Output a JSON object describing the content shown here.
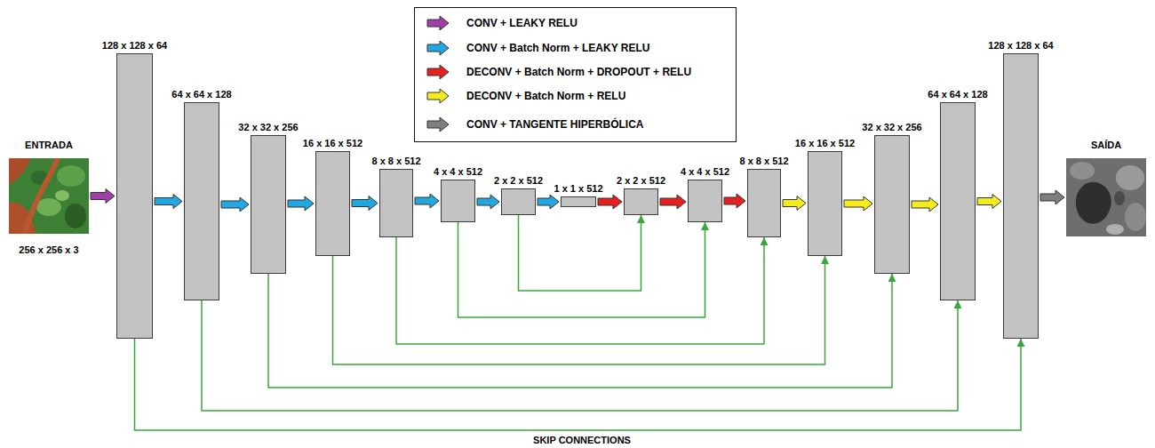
{
  "diagram": {
    "nodes": [
      {
        "text": [
          "ENTRADA",
          "256 x 256 x 3"
        ]
      },
      {
        "text": [
          "128 x 128 x 64"
        ]
      },
      {
        "text": [
          "64 x 64 x 128"
        ]
      },
      {
        "text": [
          "32 x 32 x 256"
        ]
      },
      {
        "text": [
          "16 x 16 x 512"
        ]
      },
      {
        "text": [
          "8 x 8 x 512"
        ]
      },
      {
        "text": [
          "4 x 4 x 512"
        ]
      },
      {
        "text": [
          "2 x 2 x 512"
        ]
      },
      {
        "text": [
          "1 x 1 x 512"
        ]
      },
      {
        "text": [
          "2 x 2 x 512"
        ]
      },
      {
        "text": [
          "4 x 4 x 512"
        ]
      },
      {
        "text": [
          "8 x 8 x 512"
        ]
      },
      {
        "text": [
          "16 x 16 x 512"
        ]
      },
      {
        "text": [
          "32 x 32 x 256"
        ]
      },
      {
        "text": [
          "64 x 64 x 128"
        ]
      },
      {
        "text": [
          "128 x 128 x 64"
        ]
      },
      {
        "text": [
          "SAÍDA"
        ]
      }
    ],
    "edges": [
      {
        "from": 0,
        "to": 1,
        "arrow": "to"
      },
      {
        "from": 1,
        "to": 2,
        "arrow": "to"
      },
      {
        "from": 2,
        "to": 3,
        "arrow": "to"
      },
      {
        "from": 3,
        "to": 4,
        "arrow": "to"
      },
      {
        "from": 4,
        "to": 5,
        "arrow": "to"
      },
      {
        "from": 5,
        "to": 6,
        "arrow": "to"
      },
      {
        "from": 6,
        "to": 7,
        "arrow": "to"
      },
      {
        "from": 7,
        "to": 8,
        "arrow": "to"
      },
      {
        "from": 8,
        "to": 9,
        "arrow": "to"
      },
      {
        "from": 9,
        "to": 10,
        "arrow": "to"
      },
      {
        "from": 10,
        "to": 11,
        "arrow": "to"
      },
      {
        "from": 11,
        "to": 12,
        "arrow": "to"
      },
      {
        "from": 12,
        "to": 13,
        "arrow": "to"
      },
      {
        "from": 13,
        "to": 14,
        "arrow": "to"
      },
      {
        "from": 14,
        "to": 15,
        "arrow": "to"
      },
      {
        "from": 15,
        "to": 16,
        "arrow": "to"
      },
      {
        "from": 7,
        "to": 9,
        "arrow": "to"
      },
      {
        "from": 6,
        "to": 10,
        "arrow": "to"
      },
      {
        "from": 5,
        "to": 11,
        "arrow": "to"
      },
      {
        "from": 4,
        "to": 12,
        "arrow": "to"
      },
      {
        "from": 3,
        "to": 13,
        "arrow": "to"
      },
      {
        "from": 2,
        "to": 14,
        "arrow": "to"
      },
      {
        "from": 1,
        "to": 15,
        "arrow": "to"
      }
    ],
    "labels": [
      "SKIP CONNECTIONS"
    ],
    "legend": [
      {
        "text": "CONV + LEAKY RELU",
        "color": "#a03fa8"
      },
      {
        "text": "CONV + Batch Norm + LEAKY RELU",
        "color": "#22a7e0"
      },
      {
        "text": "DECONV + Batch Norm + DROPOUT + RELU",
        "color": "#e61f1f"
      },
      {
        "text": "DECONV + Batch Norm + RELU",
        "color": "#f5ec1c"
      },
      {
        "text": "CONV + TANGENTE HIPERBÓLICA",
        "color": "#7f7f7f"
      }
    ]
  }
}
